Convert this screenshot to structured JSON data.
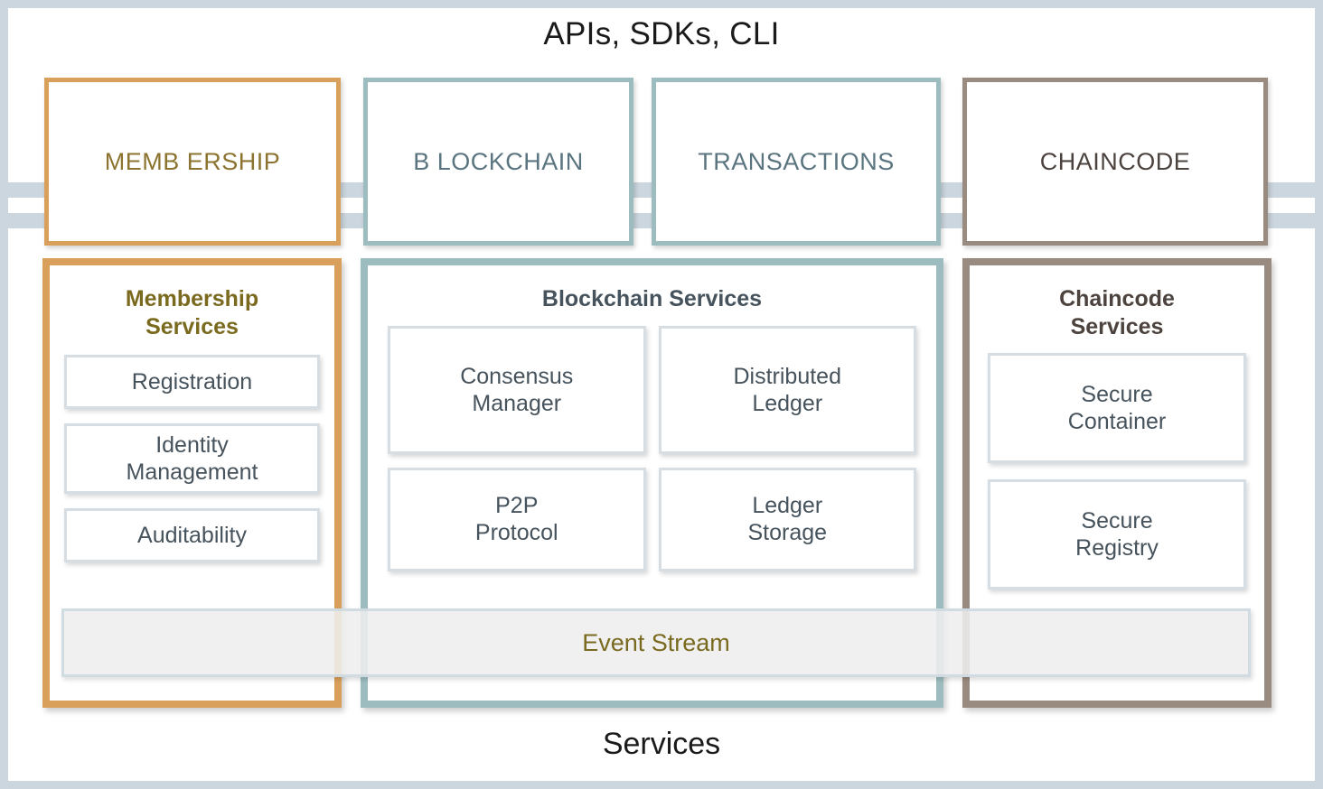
{
  "diagram": {
    "top_title": "APIs, SDKs, CLI",
    "bottom_title": "Services",
    "colors": {
      "membership_accent": "#D9A05B",
      "blockchain_accent": "#9CBCBF",
      "chaincode_accent": "#9A8B80",
      "frame": "#CCD6DE",
      "tile_border": "#D6DEE4",
      "event_stream_fill": "#EEEEEE",
      "membership_text": "#7A6A1F",
      "blockchain_text": "#46535C",
      "chaincode_text": "#4D433E"
    }
  },
  "api_row": {
    "boxes": [
      {
        "label": "MEMB ERSHIP",
        "accent": "#D9A05B"
      },
      {
        "label": "B LOCKCHAIN",
        "accent": "#9CBCBF"
      },
      {
        "label": "TRANSACTIONS",
        "accent": "#9CBCBF"
      },
      {
        "label": "CHAINCODE",
        "accent": "#9A8B80"
      }
    ]
  },
  "services": {
    "membership": {
      "title": "Membership\nServices",
      "tiles": [
        {
          "label": "Registration"
        },
        {
          "label": "Identity\nManagement"
        },
        {
          "label": "Auditability"
        }
      ]
    },
    "blockchain": {
      "title": "Blockchain Services",
      "tiles": [
        {
          "label": "Consensus\nManager"
        },
        {
          "label": "Distributed\nLedger"
        },
        {
          "label": "P2P\nProtocol"
        },
        {
          "label": "Ledger\nStorage"
        }
      ]
    },
    "chaincode": {
      "title": "Chaincode\nServices",
      "tiles": [
        {
          "label": "Secure\nContainer"
        },
        {
          "label": "Secure\nRegistry"
        }
      ]
    }
  },
  "event_stream": {
    "label": "Event Stream"
  }
}
